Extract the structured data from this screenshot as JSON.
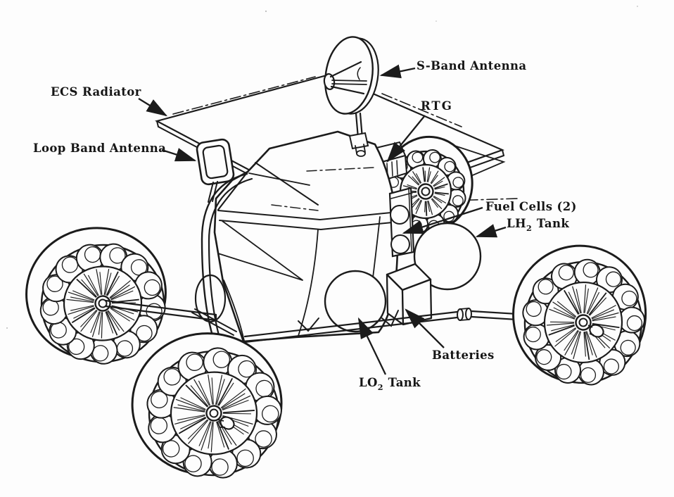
{
  "figure": {
    "type": "technical-line-drawing",
    "subject": "Lunar surface roving vehicle concept with labeled subsystems",
    "paper_color": "#fdfdfd",
    "ink_color": "#1b1b1b",
    "labels": {
      "ecs_radiator": {
        "text": "ECS Radiator"
      },
      "loop_band_antenna": {
        "text": "Loop Band Antenna"
      },
      "s_band_antenna": {
        "text": "S-Band Antenna"
      },
      "rtg": {
        "text": "RTG"
      },
      "fuel_cells": {
        "text": "Fuel Cells (2)"
      },
      "lh2_tank": {
        "pre": "LH",
        "sub": "2",
        "post": "Tank"
      },
      "batteries": {
        "text": "Batteries"
      },
      "lo2_tank": {
        "pre": "LO",
        "sub": "2",
        "post": "Tank"
      }
    }
  }
}
